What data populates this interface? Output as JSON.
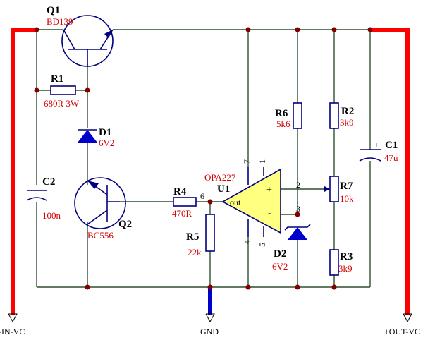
{
  "components": {
    "q1": {
      "ref": "Q1",
      "value": "BD139"
    },
    "q2": {
      "ref": "Q2",
      "value": "BC556"
    },
    "r1": {
      "ref": "R1",
      "value": "680R 3W"
    },
    "r2": {
      "ref": "R2",
      "value": "3k9"
    },
    "r3": {
      "ref": "R3",
      "value": "3k9"
    },
    "r4": {
      "ref": "R4",
      "value": "470R"
    },
    "r5": {
      "ref": "R5",
      "value": "22k"
    },
    "r6": {
      "ref": "R6",
      "value": "5k6"
    },
    "r7": {
      "ref": "R7",
      "value": "10k"
    },
    "d1": {
      "ref": "D1",
      "value": "6V2"
    },
    "d2": {
      "ref": "D2",
      "value": "6V2"
    },
    "c1": {
      "ref": "C1",
      "value": "47u",
      "polarity": "+"
    },
    "c2": {
      "ref": "C2",
      "value": "100n"
    },
    "u1": {
      "ref": "U1",
      "value": "OPA227",
      "output_label": "out",
      "plus": "+",
      "minus": "-"
    }
  },
  "pins": {
    "u1_7": "7",
    "u1_1": "1",
    "u1_2": "2",
    "u1_3": "3",
    "u1_4": "4",
    "u1_5": "5",
    "u1_6": "6"
  },
  "nets": {
    "in": "-IN-VC",
    "gnd": "GND",
    "out": "+OUT-VC"
  },
  "colors": {
    "wire": "#2f4f2f",
    "component": "#000080",
    "rail": "#ff0000",
    "junction": "#800000",
    "value_text": "#d40000",
    "opamp_fill": "#ffff80"
  }
}
